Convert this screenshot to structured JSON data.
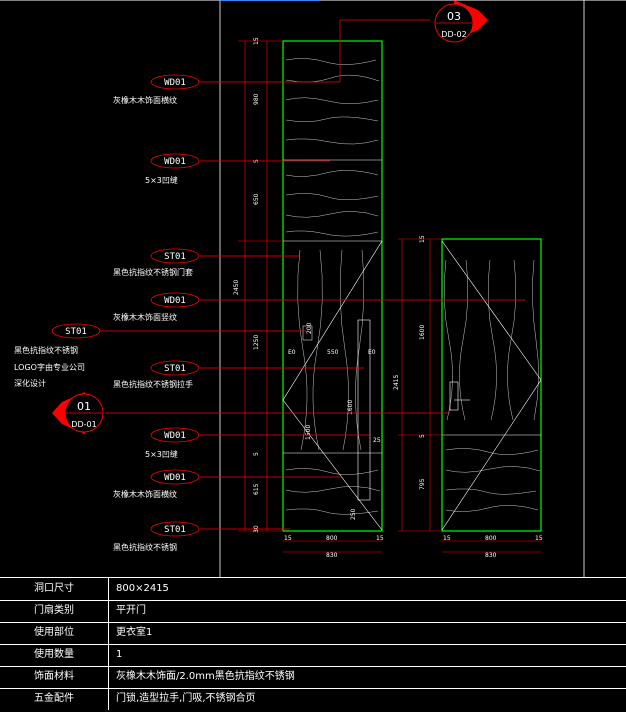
{
  "bubbles": {
    "top": {
      "num": "03",
      "ref": "DD-02"
    },
    "left": {
      "num": "01",
      "ref": "DD-01"
    }
  },
  "callouts": [
    {
      "tag": "WD01",
      "text": "灰橡木木饰面横纹"
    },
    {
      "tag": "WD01",
      "text": "5×3凹缝"
    },
    {
      "tag": "ST01",
      "text": "黑色抗指纹不锈钢门套"
    },
    {
      "tag": "WD01",
      "text": "灰橡木木饰面竖纹"
    },
    {
      "tag": "ST01",
      "text": "黑色抗指纹不锈钢",
      "line2": "LOGO字由专业公司",
      "line3": "深化设计"
    },
    {
      "tag": "ST01",
      "text": "黑色抗指纹不锈钢拉手"
    },
    {
      "tag": "WD01",
      "text": "5×3凹缝"
    },
    {
      "tag": "WD01",
      "text": "灰橡木木饰面横纹"
    },
    {
      "tag": "ST01",
      "text": "黑色抗指纹不锈钢"
    }
  ],
  "dims": {
    "left_stack": [
      "15",
      "980",
      "5",
      "650",
      "2450",
      "1250",
      "5",
      "615",
      "30"
    ],
    "right_stack": [
      "15",
      "1600",
      "2415",
      "5",
      "795"
    ],
    "handle": [
      "200",
      "E0",
      "550",
      "E0",
      "1600",
      "1500",
      "25",
      "250"
    ],
    "bottom_left": [
      "15",
      "800",
      "15",
      "830"
    ],
    "bottom_right": [
      "15",
      "800",
      "15",
      "830"
    ]
  },
  "table": [
    {
      "key": "洞口尺寸",
      "value": "800×2415"
    },
    {
      "key": "门扇类别",
      "value": "平开门"
    },
    {
      "key": "使用部位",
      "value": "更衣室1"
    },
    {
      "key": "使用数量",
      "value": "1"
    },
    {
      "key": "饰面材料",
      "value": "灰橡木木饰面/2.0mm黑色抗指纹不锈钢"
    },
    {
      "key": "五金配件",
      "value": "门锁,造型拉手,门吸,不锈钢合页"
    }
  ],
  "colors": {
    "annotation": "#ff0000",
    "outline": "#00ff00",
    "text": "#ffffff",
    "background": "#000000"
  }
}
